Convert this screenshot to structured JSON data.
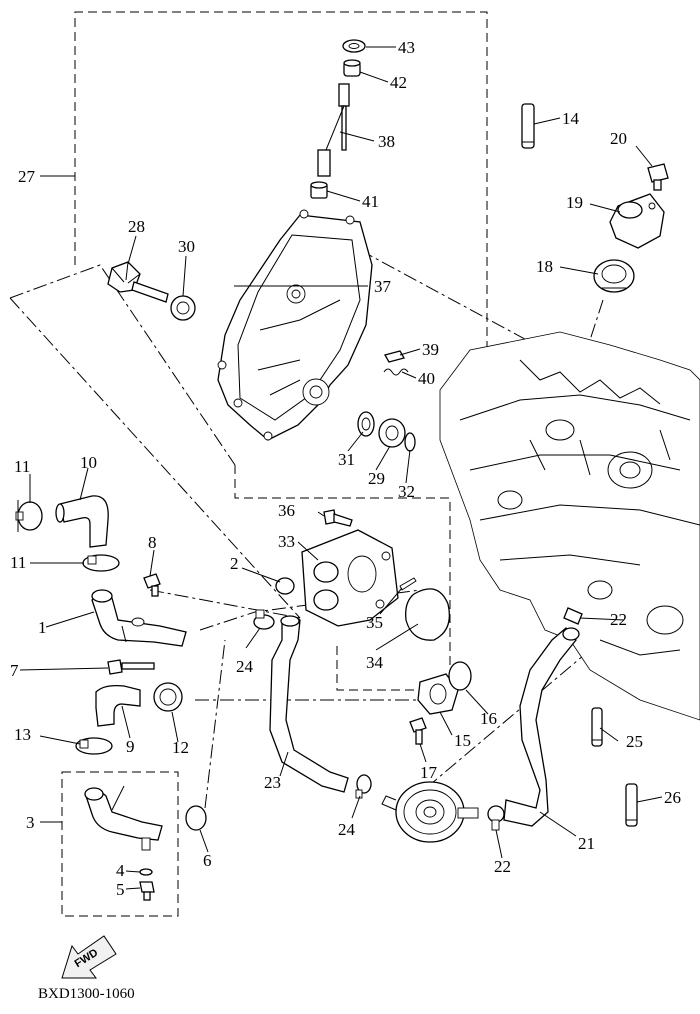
{
  "diagram_code": "BXD1300-1060",
  "fwd_label": "FWD",
  "callouts": [
    "1",
    "2",
    "3",
    "4",
    "5",
    "6",
    "7",
    "8",
    "9",
    "10",
    "11",
    "11",
    "12",
    "13",
    "14",
    "15",
    "16",
    "17",
    "18",
    "19",
    "20",
    "21",
    "22",
    "22",
    "23",
    "24",
    "24",
    "25",
    "26",
    "27",
    "28",
    "29",
    "30",
    "31",
    "32",
    "33",
    "34",
    "35",
    "36",
    "37",
    "38",
    "39",
    "40",
    "41",
    "42",
    "43"
  ]
}
